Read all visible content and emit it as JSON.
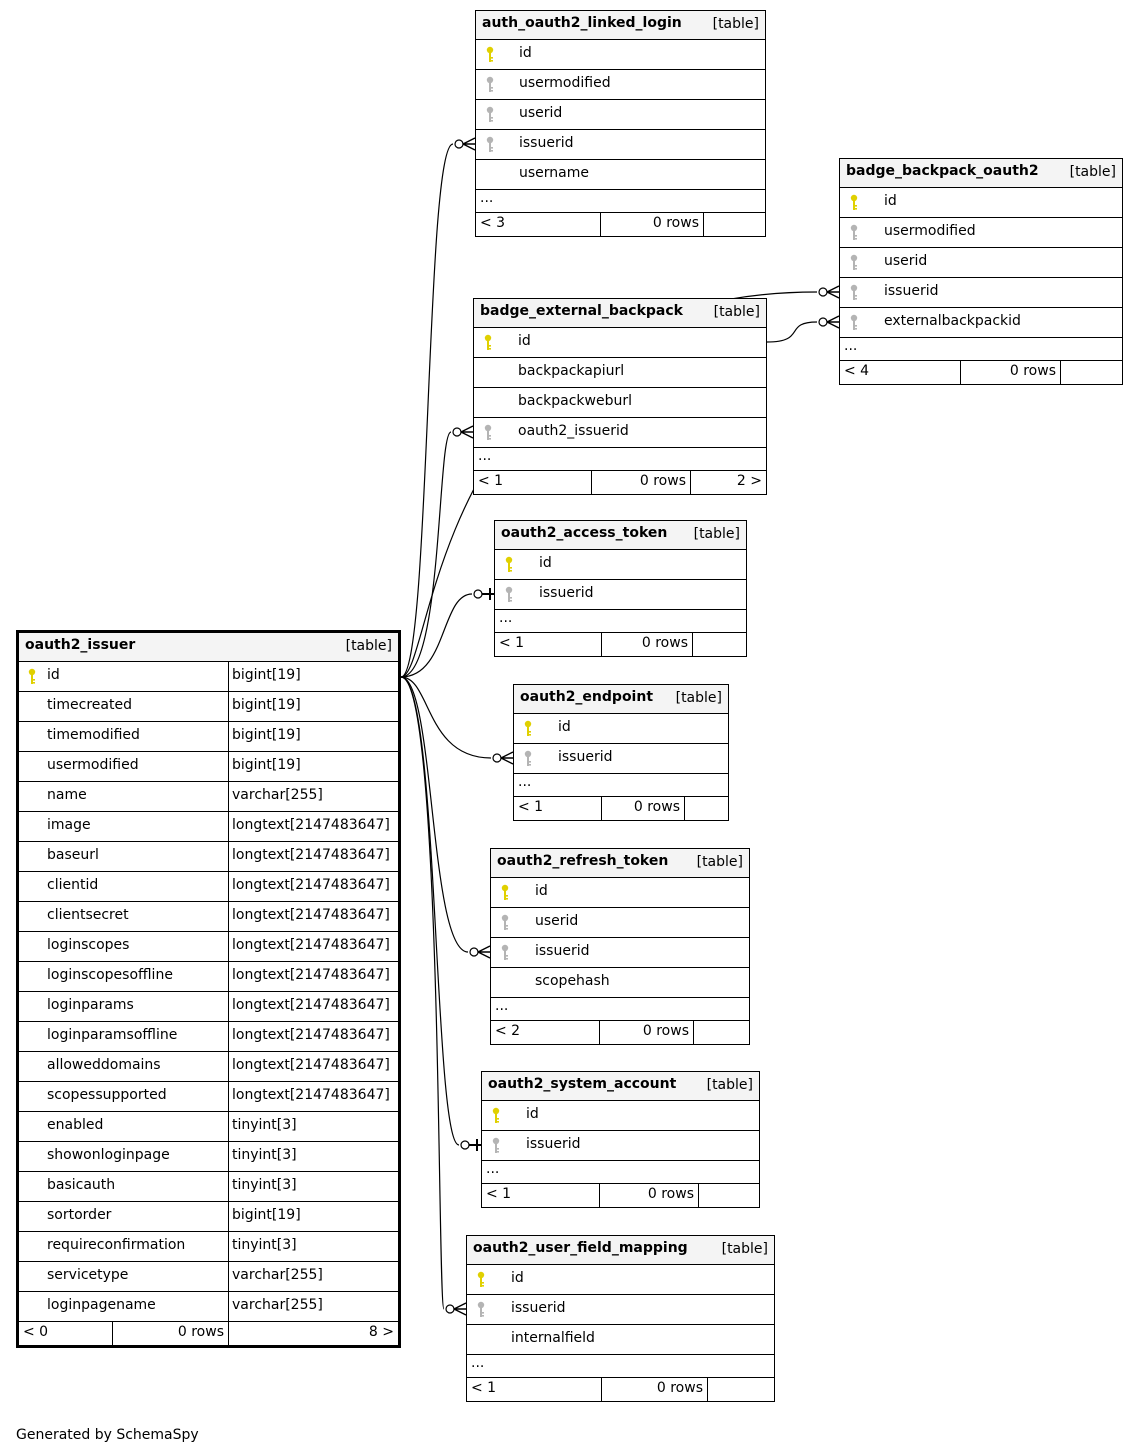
{
  "colors": {
    "pk_key": "#e0d000",
    "fk_key": "#b4b4b4",
    "header_bg": "#f4f4f4",
    "line": "#000000"
  },
  "tables": [
    {
      "id": "auth_oauth2_linked_login",
      "name": "auth_oauth2_linked_login",
      "tag": "[table]",
      "columns": [
        {
          "name": "id",
          "key": "pk"
        },
        {
          "name": "usermodified",
          "key": "fk"
        },
        {
          "name": "userid",
          "key": "fk"
        },
        {
          "name": "issuerid",
          "key": "fk"
        },
        {
          "name": "username",
          "key": ""
        }
      ],
      "ellipsis": "...",
      "footer": {
        "left": "< 3",
        "mid": "0 rows",
        "right": ""
      }
    },
    {
      "id": "badge_backpack_oauth2",
      "name": "badge_backpack_oauth2",
      "tag": "[table]",
      "columns": [
        {
          "name": "id",
          "key": "pk"
        },
        {
          "name": "usermodified",
          "key": "fk"
        },
        {
          "name": "userid",
          "key": "fk"
        },
        {
          "name": "issuerid",
          "key": "fk"
        },
        {
          "name": "externalbackpackid",
          "key": "fk"
        }
      ],
      "ellipsis": "...",
      "footer": {
        "left": "< 4",
        "mid": "0 rows",
        "right": ""
      }
    },
    {
      "id": "badge_external_backpack",
      "name": "badge_external_backpack",
      "tag": "[table]",
      "columns": [
        {
          "name": "id",
          "key": "pk"
        },
        {
          "name": "backpackapiurl",
          "key": ""
        },
        {
          "name": "backpackweburl",
          "key": ""
        },
        {
          "name": "oauth2_issuerid",
          "key": "fk"
        }
      ],
      "ellipsis": "...",
      "footer": {
        "left": "< 1",
        "mid": "0 rows",
        "right": "2 >"
      }
    },
    {
      "id": "oauth2_access_token",
      "name": "oauth2_access_token",
      "tag": "[table]",
      "columns": [
        {
          "name": "id",
          "key": "pk"
        },
        {
          "name": "issuerid",
          "key": "fk"
        }
      ],
      "ellipsis": "...",
      "footer": {
        "left": "< 1",
        "mid": "0 rows",
        "right": ""
      }
    },
    {
      "id": "oauth2_endpoint",
      "name": "oauth2_endpoint",
      "tag": "[table]",
      "columns": [
        {
          "name": "id",
          "key": "pk"
        },
        {
          "name": "issuerid",
          "key": "fk"
        }
      ],
      "ellipsis": "...",
      "footer": {
        "left": "< 1",
        "mid": "0 rows",
        "right": ""
      }
    },
    {
      "id": "oauth2_refresh_token",
      "name": "oauth2_refresh_token",
      "tag": "[table]",
      "columns": [
        {
          "name": "id",
          "key": "pk"
        },
        {
          "name": "userid",
          "key": "fk"
        },
        {
          "name": "issuerid",
          "key": "fk"
        },
        {
          "name": "scopehash",
          "key": ""
        }
      ],
      "ellipsis": "...",
      "footer": {
        "left": "< 2",
        "mid": "0 rows",
        "right": ""
      }
    },
    {
      "id": "oauth2_system_account",
      "name": "oauth2_system_account",
      "tag": "[table]",
      "columns": [
        {
          "name": "id",
          "key": "pk"
        },
        {
          "name": "issuerid",
          "key": "fk"
        }
      ],
      "ellipsis": "...",
      "footer": {
        "left": "< 1",
        "mid": "0 rows",
        "right": ""
      }
    },
    {
      "id": "oauth2_user_field_mapping",
      "name": "oauth2_user_field_mapping",
      "tag": "[table]",
      "columns": [
        {
          "name": "id",
          "key": "pk"
        },
        {
          "name": "issuerid",
          "key": "fk"
        },
        {
          "name": "internalfield",
          "key": ""
        }
      ],
      "ellipsis": "...",
      "footer": {
        "left": "< 1",
        "mid": "0 rows",
        "right": ""
      }
    }
  ],
  "main_table": {
    "name": "oauth2_issuer",
    "tag": "[table]",
    "columns": [
      {
        "name": "id",
        "type": "bigint[19]",
        "key": "pk"
      },
      {
        "name": "timecreated",
        "type": "bigint[19]",
        "key": ""
      },
      {
        "name": "timemodified",
        "type": "bigint[19]",
        "key": ""
      },
      {
        "name": "usermodified",
        "type": "bigint[19]",
        "key": ""
      },
      {
        "name": "name",
        "type": "varchar[255]",
        "key": ""
      },
      {
        "name": "image",
        "type": "longtext[2147483647]",
        "key": ""
      },
      {
        "name": "baseurl",
        "type": "longtext[2147483647]",
        "key": ""
      },
      {
        "name": "clientid",
        "type": "longtext[2147483647]",
        "key": ""
      },
      {
        "name": "clientsecret",
        "type": "longtext[2147483647]",
        "key": ""
      },
      {
        "name": "loginscopes",
        "type": "longtext[2147483647]",
        "key": ""
      },
      {
        "name": "loginscopesoffline",
        "type": "longtext[2147483647]",
        "key": ""
      },
      {
        "name": "loginparams",
        "type": "longtext[2147483647]",
        "key": ""
      },
      {
        "name": "loginparamsoffline",
        "type": "longtext[2147483647]",
        "key": ""
      },
      {
        "name": "alloweddomains",
        "type": "longtext[2147483647]",
        "key": ""
      },
      {
        "name": "scopessupported",
        "type": "longtext[2147483647]",
        "key": ""
      },
      {
        "name": "enabled",
        "type": "tinyint[3]",
        "key": ""
      },
      {
        "name": "showonloginpage",
        "type": "tinyint[3]",
        "key": ""
      },
      {
        "name": "basicauth",
        "type": "tinyint[3]",
        "key": ""
      },
      {
        "name": "sortorder",
        "type": "bigint[19]",
        "key": ""
      },
      {
        "name": "requireconfirmation",
        "type": "tinyint[3]",
        "key": ""
      },
      {
        "name": "servicetype",
        "type": "varchar[255]",
        "key": ""
      },
      {
        "name": "loginpagename",
        "type": "varchar[255]",
        "key": ""
      }
    ],
    "footer": {
      "left": "< 0",
      "mid": "0 rows",
      "right": "8 >"
    }
  },
  "relationships": [
    {
      "from": "oauth2_issuer.id",
      "to": "auth_oauth2_linked_login.issuerid",
      "card": "many"
    },
    {
      "from": "oauth2_issuer.id",
      "to": "badge_backpack_oauth2.issuerid",
      "card": "many"
    },
    {
      "from": "badge_external_backpack.id",
      "to": "badge_backpack_oauth2.externalbackpackid",
      "card": "many"
    },
    {
      "from": "oauth2_issuer.id",
      "to": "badge_external_backpack.oauth2_issuerid",
      "card": "many"
    },
    {
      "from": "oauth2_issuer.id",
      "to": "oauth2_access_token.issuerid",
      "card": "one"
    },
    {
      "from": "oauth2_issuer.id",
      "to": "oauth2_endpoint.issuerid",
      "card": "many"
    },
    {
      "from": "oauth2_issuer.id",
      "to": "oauth2_refresh_token.issuerid",
      "card": "many"
    },
    {
      "from": "oauth2_issuer.id",
      "to": "oauth2_system_account.issuerid",
      "card": "one"
    },
    {
      "from": "oauth2_issuer.id",
      "to": "oauth2_user_field_mapping.issuerid",
      "card": "many"
    }
  ],
  "footer_note": "Generated by SchemaSpy"
}
